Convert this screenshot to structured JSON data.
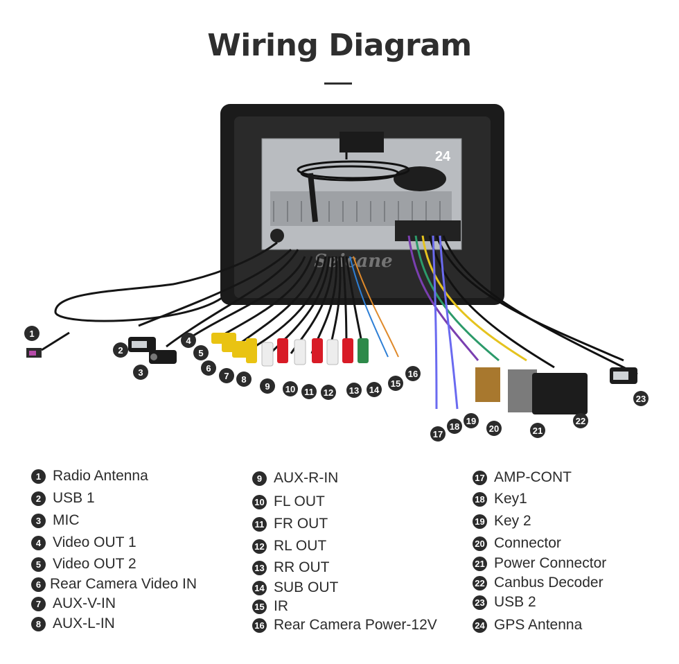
{
  "title": "Wiring Diagram",
  "watermark": "Seicane",
  "legend": [
    {
      "num": "1",
      "label": "Radio Antenna"
    },
    {
      "num": "2",
      "label": "USB 1"
    },
    {
      "num": "3",
      "label": "MIC"
    },
    {
      "num": "4",
      "label": "Video OUT 1"
    },
    {
      "num": "5",
      "label": "Video OUT 2"
    },
    {
      "num": "6",
      "label": "Rear Camera Video IN"
    },
    {
      "num": "7",
      "label": "AUX-V-IN"
    },
    {
      "num": "8",
      "label": "AUX-L-IN"
    },
    {
      "num": "9",
      "label": "AUX-R-IN"
    },
    {
      "num": "10",
      "label": "FL OUT"
    },
    {
      "num": "11",
      "label": "FR OUT"
    },
    {
      "num": "12",
      "label": "RL OUT"
    },
    {
      "num": "13",
      "label": "RR OUT"
    },
    {
      "num": "14",
      "label": "SUB OUT"
    },
    {
      "num": "15",
      "label": "IR"
    },
    {
      "num": "16",
      "label": "Rear Camera Power-12V"
    },
    {
      "num": "17",
      "label": "AMP-CONT"
    },
    {
      "num": "18",
      "label": "Key1"
    },
    {
      "num": "19",
      "label": "Key 2"
    },
    {
      "num": "20",
      "label": "Connector"
    },
    {
      "num": "21",
      "label": "Power Connector"
    },
    {
      "num": "22",
      "label": "Canbus Decoder"
    },
    {
      "num": "23",
      "label": "USB 2"
    },
    {
      "num": "24",
      "label": "GPS Antenna"
    }
  ],
  "callouts": [
    "1",
    "2",
    "3",
    "4",
    "5",
    "6",
    "7",
    "8",
    "9",
    "10",
    "11",
    "12",
    "13",
    "14",
    "15",
    "16",
    "17",
    "18",
    "19",
    "20",
    "21",
    "22",
    "23",
    "24"
  ]
}
